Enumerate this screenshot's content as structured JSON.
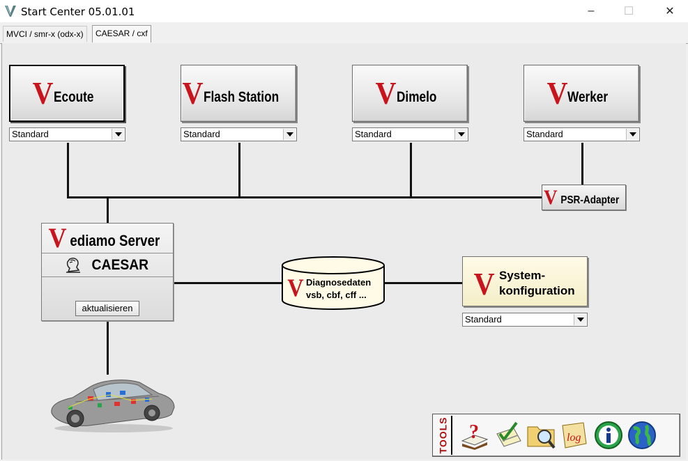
{
  "window": {
    "title": "Start Center 05.01.01",
    "controls": {
      "minimize": "–",
      "maximize": "☐",
      "close": "✕"
    }
  },
  "tabs": [
    {
      "label": "MVCI / smr-x (odx-x)",
      "active": false
    },
    {
      "label": "CAESAR / cxf",
      "active": true
    }
  ],
  "apps": [
    {
      "mark": "V",
      "label": "Ecoute",
      "mode": "Standard"
    },
    {
      "mark": "V",
      "label": "Flash Station",
      "mode": "Standard"
    },
    {
      "mark": "V",
      "label": "Dimelo",
      "mode": "Standard"
    },
    {
      "mark": "V",
      "label": "Werker",
      "mode": "Standard"
    }
  ],
  "psr_adapter": {
    "mark": "V",
    "label": "PSR-Adapter"
  },
  "server": {
    "mark": "V",
    "label": "ediamo Server",
    "caesar_label": "CAESAR",
    "update_button": "aktualisieren"
  },
  "database": {
    "mark": "V",
    "line1": "Diagnosedaten",
    "line2": "vsb, cbf, cff ..."
  },
  "system_config": {
    "mark": "V",
    "line1": "System-",
    "line2": "konfiguration",
    "mode": "Standard"
  },
  "tools": {
    "label": "TOOLS",
    "items": [
      "help-book-icon",
      "checklist-icon",
      "folder-search-icon",
      "log-icon",
      "info-icon",
      "globe-icon"
    ]
  },
  "colors": {
    "brand_red": "#c8141c",
    "background": "#ebebeb",
    "sysconfig_bg": "#fffbe8"
  }
}
